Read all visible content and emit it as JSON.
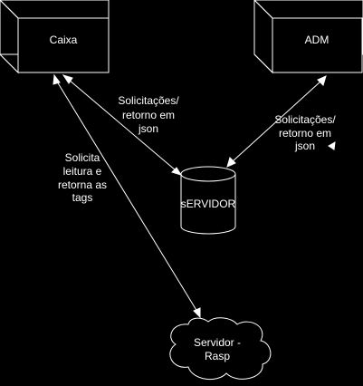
{
  "nodes": {
    "caixa": {
      "label": "Caixa",
      "shape": "3d-box"
    },
    "adm": {
      "label": "ADM",
      "shape": "3d-box"
    },
    "servidor": {
      "label": "sERVIDOR",
      "shape": "cylinder"
    },
    "raspberry": {
      "label_line1": "Servidor -",
      "label_line2": "Rasp",
      "shape": "cloud"
    }
  },
  "edges": {
    "caixa_servidor": {
      "label_lines": [
        "Solicitações/",
        "retorno em",
        "json"
      ],
      "direction": "bidirectional"
    },
    "adm_servidor": {
      "label_lines": [
        "Solicitações/",
        "retorno em",
        "json"
      ],
      "direction": "bidirectional"
    },
    "caixa_raspberry": {
      "label_lines": [
        "Solicita",
        "leitura e",
        "retorna as",
        "tags"
      ],
      "direction": "bidirectional"
    }
  },
  "colors": {
    "background": "#000000",
    "stroke": "#ffffff",
    "text": "#ffffff"
  }
}
